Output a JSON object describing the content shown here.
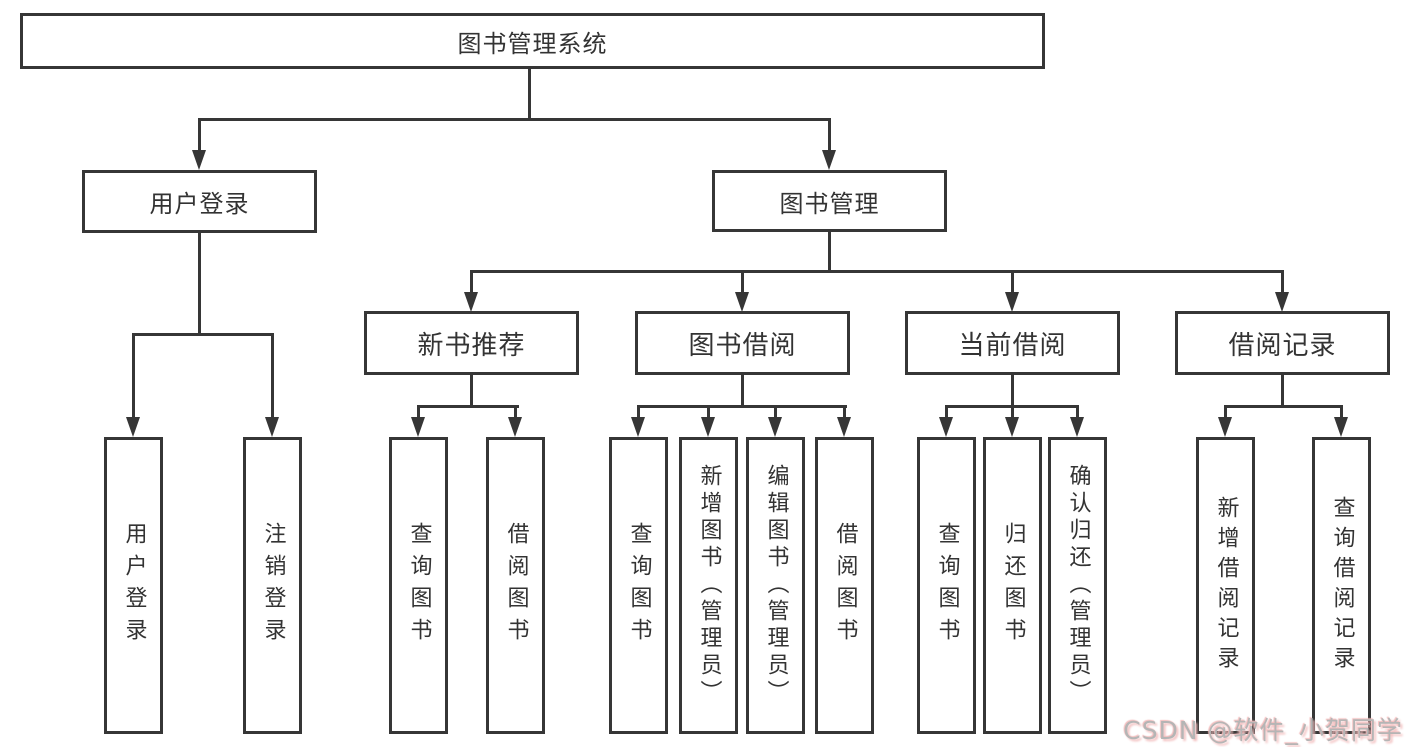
{
  "diagram": {
    "title_node": {
      "label": "图书管理系统"
    },
    "level2": [
      {
        "label": "用户登录"
      },
      {
        "label": "图书管理"
      }
    ],
    "level3": [
      {
        "label": "新书推荐"
      },
      {
        "label": "图书借阅"
      },
      {
        "label": "当前借阅"
      },
      {
        "label": "借阅记录"
      }
    ],
    "leaves": {
      "user_login": [
        "用户登录",
        "注销登录"
      ],
      "new_book_recommend": [
        "查询图书",
        "借阅图书"
      ],
      "book_borrow": [
        "查询图书",
        "新增图书（管理员）",
        "编辑图书（管理员）",
        "借阅图书"
      ],
      "current_borrow": [
        "查询图书",
        "归还图书",
        "确认归还（管理员）"
      ],
      "borrow_records": [
        "新增借阅记录",
        "查询借阅记录"
      ]
    }
  },
  "watermark": {
    "text": "CSDN @软件_小贺同学"
  },
  "colors": {
    "line": "#363636",
    "text": "#333333",
    "bg": "#ffffff",
    "wm_gray": "#b5b5b5",
    "wm_pink": "#f2bcbc"
  }
}
